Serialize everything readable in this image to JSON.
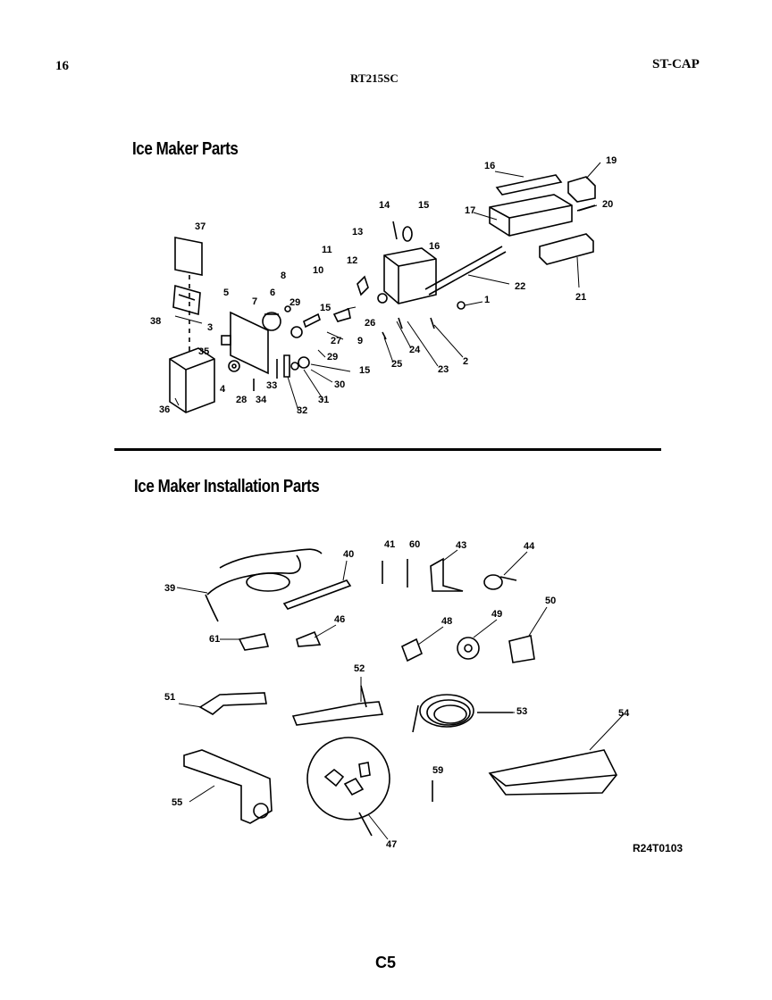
{
  "header": {
    "page_number": "16",
    "model": "RT215SC",
    "code": "ST-CAP"
  },
  "sections": {
    "ice_maker_parts_title": "Ice Maker Parts",
    "installation_parts_title": "Ice Maker Installation Parts"
  },
  "part_labels": {
    "p1": "1",
    "p2": "2",
    "p3": "3",
    "p4": "4",
    "p5": "5",
    "p6": "6",
    "p7": "7",
    "p8": "8",
    "p9": "9",
    "p10": "10",
    "p11": "11",
    "p12": "12",
    "p13": "13",
    "p14": "14",
    "p15a": "15",
    "p15b": "15",
    "p15c": "15",
    "p16a": "16",
    "p16b": "16",
    "p17": "17",
    "p19": "19",
    "p20": "20",
    "p21": "21",
    "p22": "22",
    "p23": "23",
    "p24": "24",
    "p25": "25",
    "p26": "26",
    "p27": "27",
    "p28": "28",
    "p29a": "29",
    "p29b": "29",
    "p30": "30",
    "p31": "31",
    "p32": "32",
    "p33": "33",
    "p34": "34",
    "p35": "35",
    "p36": "36",
    "p37": "37",
    "p38": "38",
    "p39": "39",
    "p40": "40",
    "p41": "41",
    "p43": "43",
    "p44": "44",
    "p46": "46",
    "p47": "47",
    "p48": "48",
    "p49": "49",
    "p50": "50",
    "p51": "51",
    "p52": "52",
    "p53": "53",
    "p54": "54",
    "p55": "55",
    "p59": "59",
    "p60": "60",
    "p61": "61"
  },
  "drawing_code": "R24T0103",
  "page_code": "C5"
}
